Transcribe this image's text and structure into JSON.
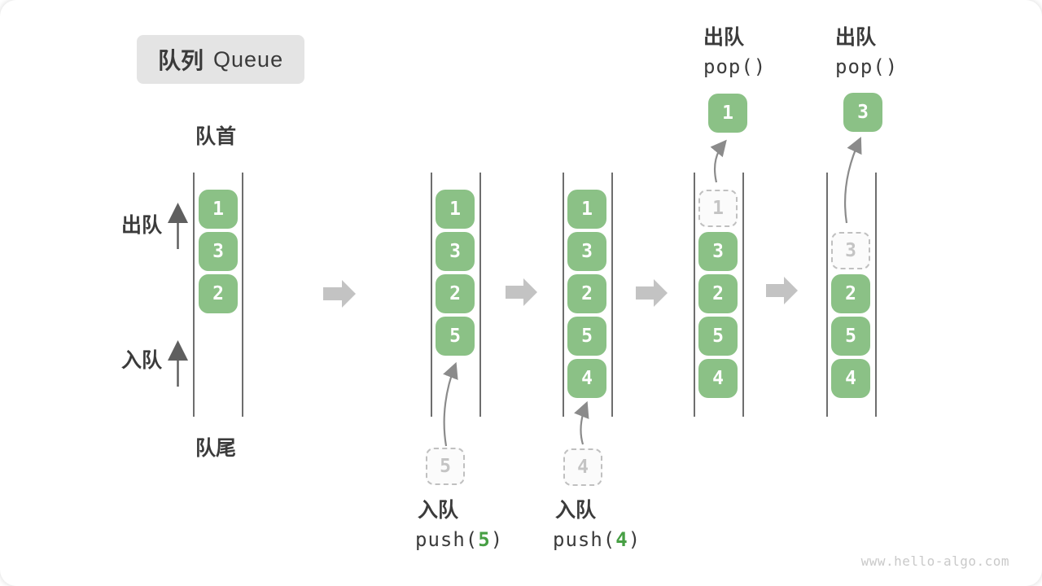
{
  "title": {
    "zh": "队列",
    "en": "Queue"
  },
  "labels": {
    "front": "队首",
    "rear": "队尾",
    "dequeue": "出队",
    "enqueue": "入队"
  },
  "watermark": "www.hello-algo.com",
  "colors": {
    "cell_green": "#8bc186",
    "accent_green": "#479f44",
    "flow_arrow_gray": "#c3c3c3",
    "dashed_gray": "#c0c0c0",
    "text_dark": "#3b3b3b"
  },
  "columns": [
    {
      "cells": [
        "1",
        "3",
        "2"
      ]
    },
    {
      "cells": [
        "1",
        "3",
        "2",
        "5"
      ],
      "incoming": "5",
      "op": {
        "name": "入队",
        "pre": "push(",
        "arg": "5",
        "post": ")"
      }
    },
    {
      "cells": [
        "1",
        "3",
        "2",
        "5",
        "4"
      ],
      "incoming": "4",
      "op": {
        "name": "入队",
        "pre": "push(",
        "arg": "4",
        "post": ")"
      }
    },
    {
      "cells": [
        "3",
        "2",
        "5",
        "4"
      ],
      "ghost": "1",
      "popped": "1",
      "op": {
        "name": "出队",
        "call": "pop()"
      }
    },
    {
      "cells": [
        "2",
        "5",
        "4"
      ],
      "ghost": "3",
      "popped": "3",
      "op": {
        "name": "出队",
        "call": "pop()"
      }
    }
  ]
}
